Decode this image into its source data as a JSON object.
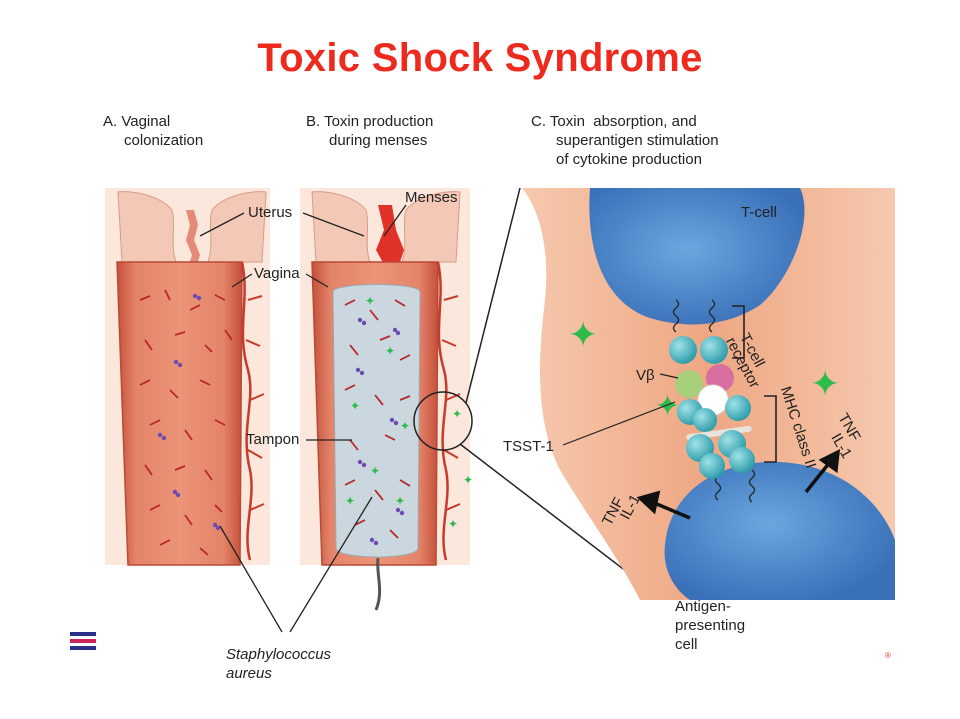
{
  "title": "Toxic Shock Syndrome",
  "panels": {
    "a": {
      "label_line1": "A. Vaginal",
      "label_line2": "colonization"
    },
    "b": {
      "label_line1": "B. Toxin production",
      "label_line2": "during menses"
    },
    "c": {
      "label_line1": "C. Toxin  absorption, and",
      "label_line2": "superantigen stimulation",
      "label_line3": "of cytokine production"
    }
  },
  "labels": {
    "uterus": "Uterus",
    "menses": "Menses",
    "vagina": "Vagina",
    "tampon": "Tampon",
    "tsst1": "TSST-1",
    "organism_line1": "Staphylococcus",
    "organism_line2": "aureus",
    "t_cell": "T-cell",
    "t_cell_receptor_line1": "T-cell",
    "t_cell_receptor_line2": "receptor",
    "v_beta": "Vβ",
    "mhc_class_ii": "MHC class II",
    "tnf": "TNF",
    "il1": "IL-1",
    "apc_line1": "Antigen-",
    "apc_line2": "presenting",
    "apc_line3": "cell",
    "registered": "®"
  },
  "colors": {
    "title": "#ee2a1e",
    "tissue": "#e8a07a",
    "vaginal_wall": "#d9634a",
    "uterus": "#f2c3b2",
    "blood": "#e1322a",
    "tampon": "#c9d6dc",
    "cell_blue": "#4f8fd0",
    "toxin_green": "#2dbb4c",
    "bacteria_purple": "#6b4bb0"
  },
  "icons": {
    "flag": "flag-icon"
  }
}
